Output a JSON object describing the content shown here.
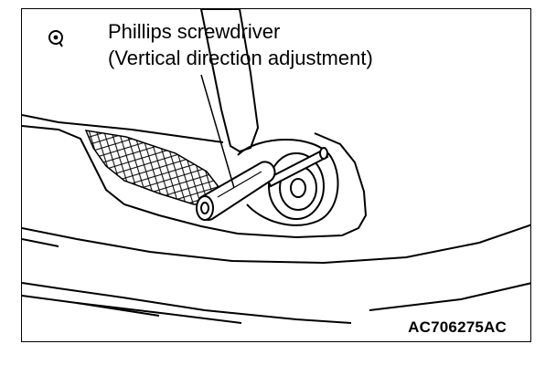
{
  "diagram": {
    "callout": {
      "line1": "Phillips screwdriver",
      "line2": "(Vertical direction adjustment)"
    },
    "figure_id": "AC706275AC",
    "symbol_icon": "service-point-symbol-icon",
    "parts": [
      "bumper-fascia",
      "fog-lamp-grille-mesh",
      "fog-lamp-housing",
      "phillips-screwdriver",
      "adjusting-screw",
      "support-post"
    ],
    "colors": {
      "line": "#000000",
      "background": "#ffffff"
    }
  }
}
